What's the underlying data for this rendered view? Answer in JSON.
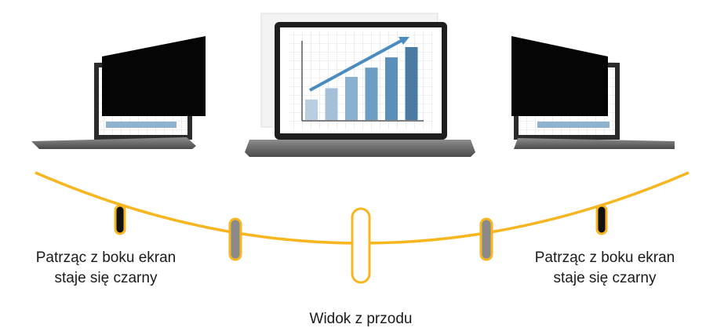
{
  "labels": {
    "left_line1": "Patrząc z boku ekran",
    "left_line2": "staje się czarny",
    "right_line1": "Patrząc z boku ekran",
    "right_line2": "staje się czarny",
    "front": "Widok z przodu"
  },
  "colors": {
    "arc": "#f7b520",
    "privacy_filter": "#050505",
    "bar_gradient_light": "#b7cde0",
    "bar_gradient_dark": "#4d7fa6"
  },
  "screen_chart": {
    "bars": [
      1,
      1.55,
      2.1,
      2.55,
      3.05,
      3.55
    ]
  }
}
